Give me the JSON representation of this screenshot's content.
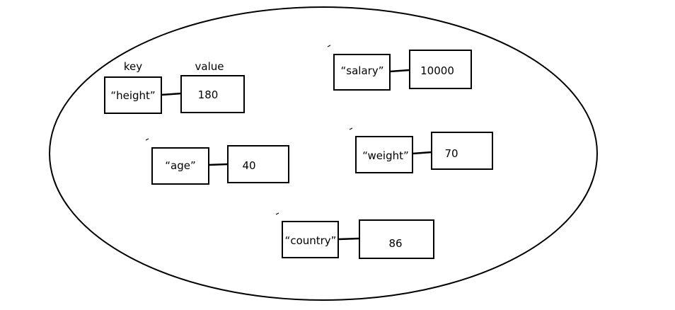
{
  "diagram": {
    "labels": {
      "key": "key",
      "value": "value"
    },
    "pairs": [
      {
        "key": "“height”",
        "value": "180"
      },
      {
        "key": "“age”",
        "value": "40"
      },
      {
        "key": "“salary”",
        "value": "10000"
      },
      {
        "key": "“weight”",
        "value": "70"
      },
      {
        "key": "“country”",
        "value": "86"
      }
    ]
  }
}
